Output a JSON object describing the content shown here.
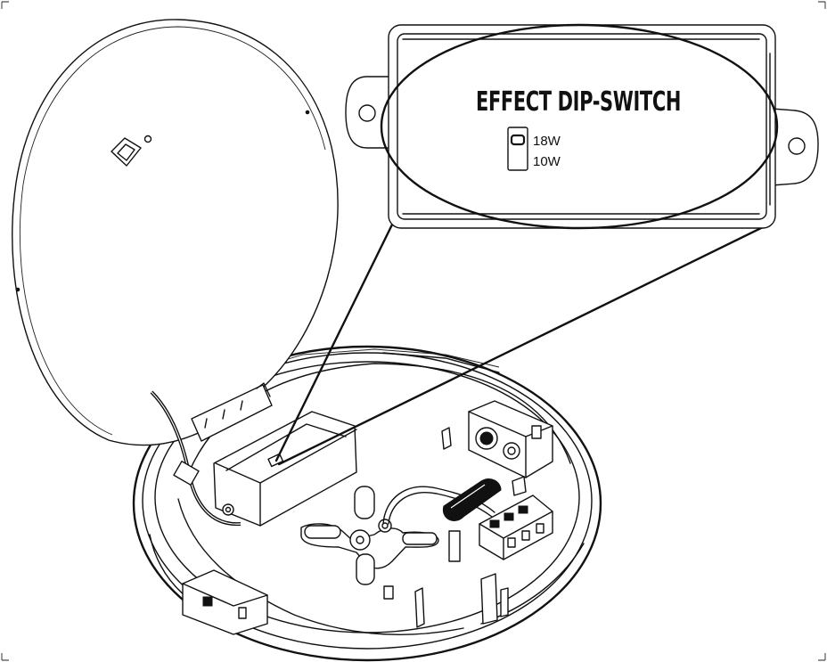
{
  "callout": {
    "title": "EFFECT DIP-SWITCH",
    "options": [
      "18W",
      "10W"
    ]
  },
  "colors": {
    "line": "#111111",
    "background": "#ffffff"
  },
  "icons": [
    "dip-switch-icon",
    "mounting-hole-icon"
  ]
}
